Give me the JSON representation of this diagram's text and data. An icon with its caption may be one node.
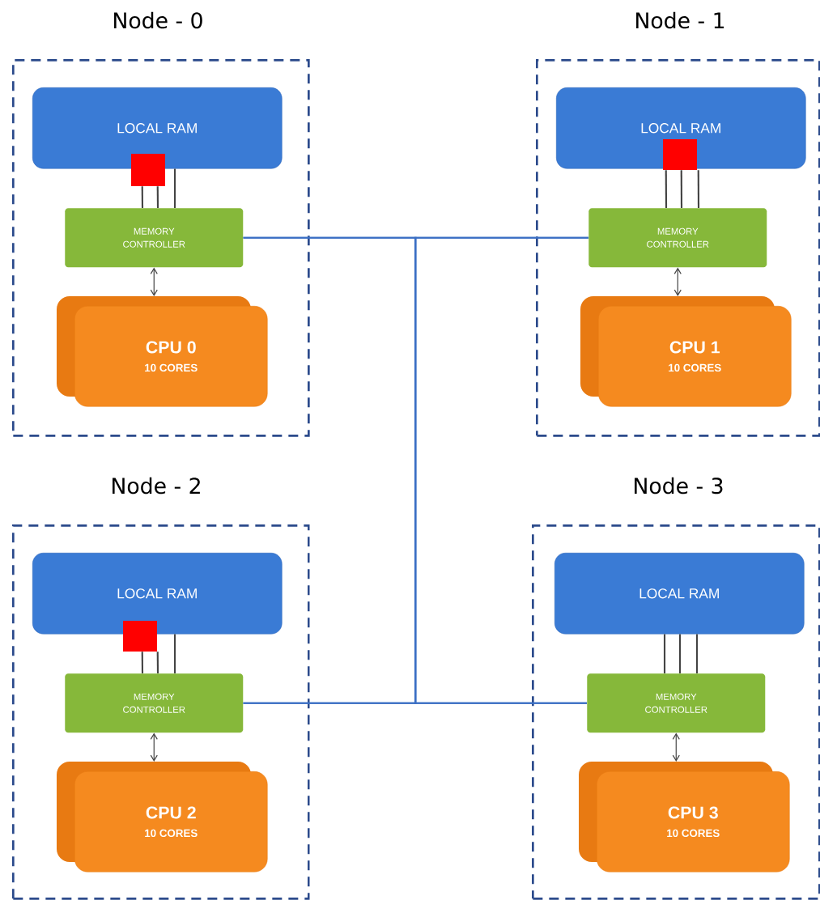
{
  "diagram": {
    "nodes": [
      {
        "text": [
          "Node - 0"
        ]
      },
      {
        "text": [
          "LOCAL RAM"
        ],
        "in": 0
      },
      {
        "text": [],
        "shape": "box",
        "in": 0
      },
      {
        "text": [
          "MEMORY CONTROLLER"
        ],
        "in": 0
      },
      {
        "text": [
          "CPU 0",
          "10 CORES"
        ],
        "in": 0
      },
      {
        "text": [
          "Node - 1"
        ]
      },
      {
        "text": [
          "LOCAL RAM"
        ],
        "in": 5
      },
      {
        "text": [],
        "shape": "box",
        "in": 6
      },
      {
        "text": [
          "MEMORY CONTROLLER"
        ],
        "in": 5
      },
      {
        "text": [
          "CPU 1",
          "10 CORES"
        ],
        "in": 5
      },
      {
        "text": [
          "Node - 2"
        ]
      },
      {
        "text": [
          "LOCAL RAM"
        ],
        "in": 10
      },
      {
        "text": [],
        "shape": "box",
        "in": 10
      },
      {
        "text": [
          "MEMORY CONTROLLER"
        ],
        "in": 10
      },
      {
        "text": [
          "CPU 2",
          "10 CORES"
        ],
        "in": 10
      },
      {
        "text": [
          "Node - 3"
        ]
      },
      {
        "text": [
          "LOCAL RAM"
        ],
        "in": 15
      },
      {
        "text": [
          "MEMORY CONTROLLER"
        ],
        "in": 15
      },
      {
        "text": [
          "CPU 3",
          "10 CORES"
        ],
        "in": 15
      }
    ],
    "edges": [
      {
        "from": 1,
        "to": 3,
        "arrow": "none"
      },
      {
        "from": 2,
        "to": 3,
        "arrow": "none"
      },
      {
        "from": 3,
        "to": 4,
        "arrow": "both"
      },
      {
        "from": 7,
        "to": 8,
        "arrow": "none"
      },
      {
        "from": 8,
        "to": 9,
        "arrow": "both"
      },
      {
        "from": 11,
        "to": 13,
        "arrow": "none"
      },
      {
        "from": 12,
        "to": 13,
        "arrow": "none"
      },
      {
        "from": 13,
        "to": 14,
        "arrow": "both"
      },
      {
        "from": 16,
        "to": 17,
        "arrow": "none"
      },
      {
        "from": 17,
        "to": 18,
        "arrow": "both"
      },
      {
        "from": 3,
        "to": 8,
        "arrow": "none",
        "color": "#3b6fc4"
      },
      {
        "from": 13,
        "to": 17,
        "arrow": "none",
        "color": "#3b6fc4"
      },
      {
        "from": 3,
        "to": 13,
        "arrow": "none",
        "color": "#3b6fc4"
      },
      {
        "from": 8,
        "to": 17,
        "arrow": "none",
        "color": "#3b6fc4"
      }
    ]
  }
}
